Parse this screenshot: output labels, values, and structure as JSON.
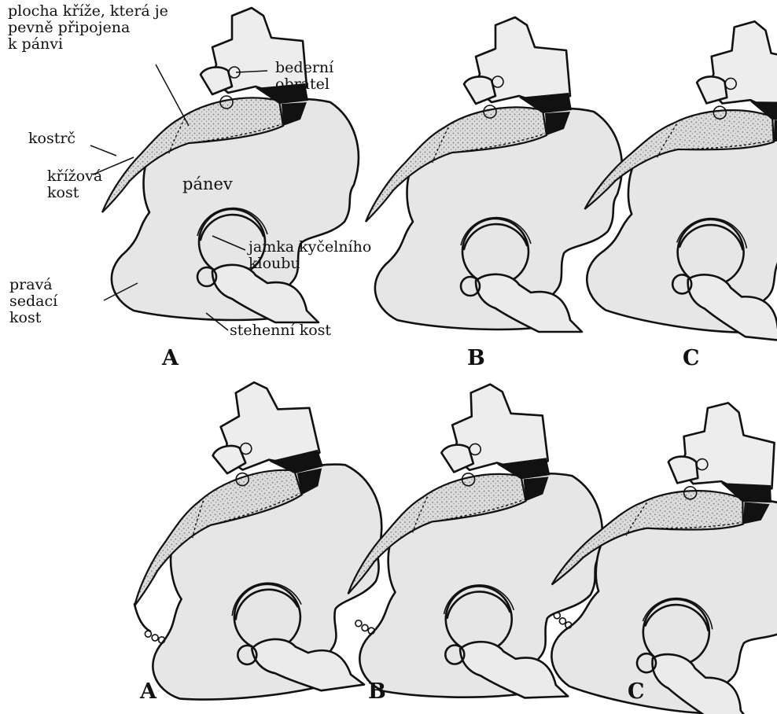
{
  "labels": {
    "sacrum_plate": "plocha kříže, která je\npevně připojena\nk pánvi",
    "lumbar": "bederní\nobratel",
    "coccyx": "kostrč",
    "sacrum": "křížová\nkost",
    "pelvis": "pánev",
    "hip_socket": "jamka kyčelního\nkloubu",
    "ischium": "pravá\nsedací\nkost",
    "femur": "stehenní kost"
  },
  "panel_letters": {
    "top": [
      "A",
      "B",
      "C"
    ],
    "bottom": [
      "A",
      "B",
      "C"
    ]
  }
}
